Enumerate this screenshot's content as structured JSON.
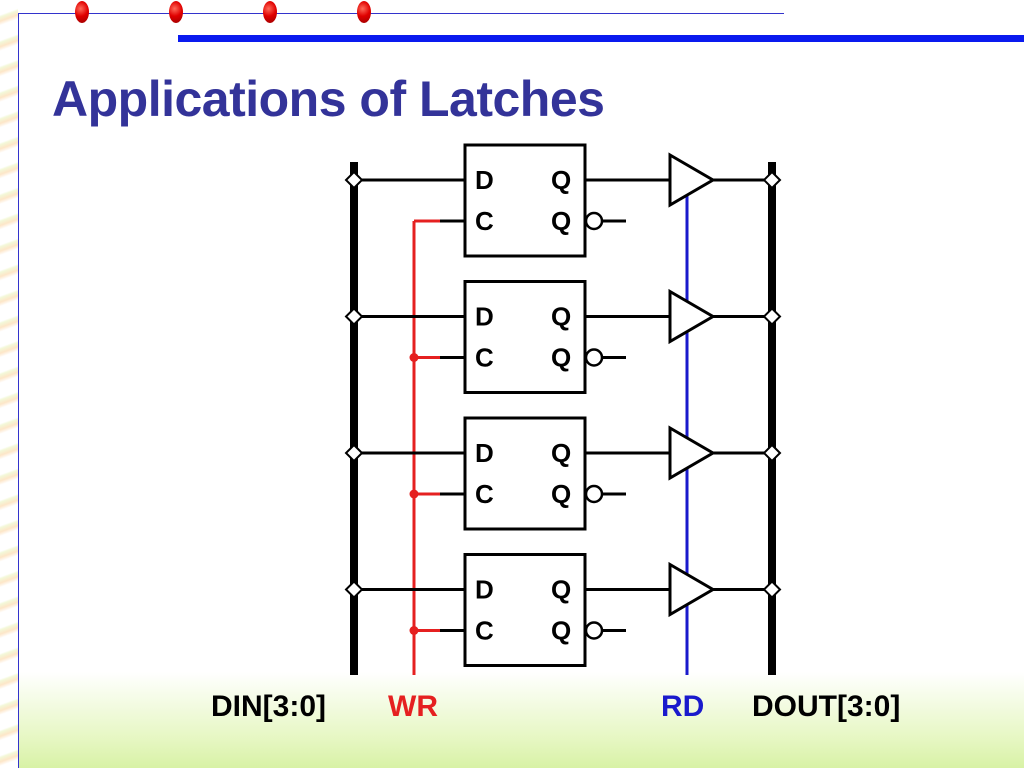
{
  "slide": {
    "title": "Applications of Latches"
  },
  "colors": {
    "title": "#333399",
    "accent_rule": "#0a1aef",
    "write_signal": "#e52020",
    "read_signal": "#1a1acc",
    "wire": "#000000"
  },
  "latches": [
    {
      "d": "D",
      "c": "C",
      "q": "Q",
      "qbar": "Q"
    },
    {
      "d": "D",
      "c": "C",
      "q": "Q",
      "qbar": "Q"
    },
    {
      "d": "D",
      "c": "C",
      "q": "Q",
      "qbar": "Q"
    },
    {
      "d": "D",
      "c": "C",
      "q": "Q",
      "qbar": "Q"
    }
  ],
  "signals": {
    "din": "DIN[3:0]",
    "wr": "WR",
    "rd": "RD",
    "dout": "DOUT[3:0]"
  },
  "icons": [
    "header-dot-icon",
    "tristate-buffer-icon",
    "inversion-bubble-icon",
    "bus-tap-diamond-icon"
  ]
}
